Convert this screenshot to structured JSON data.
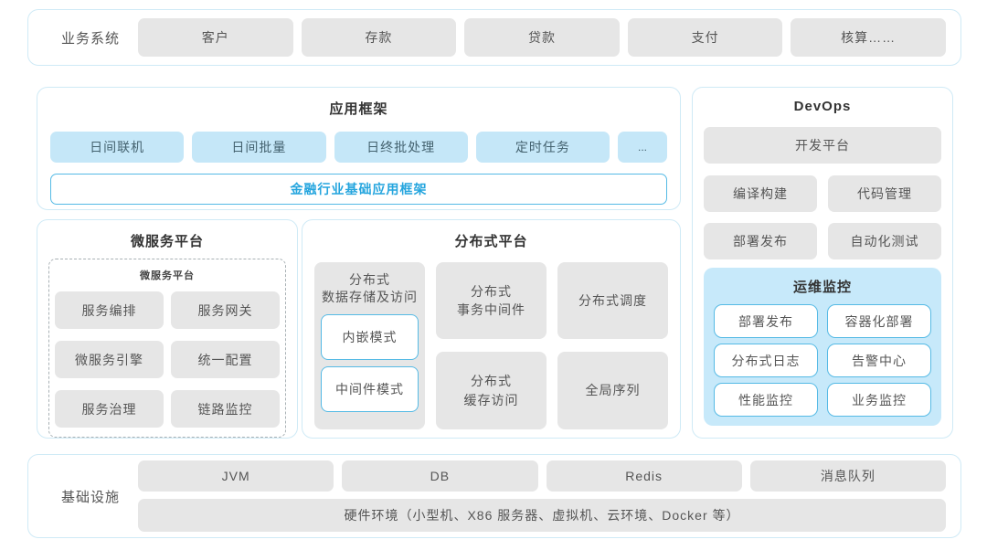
{
  "colors": {
    "panel_border": "#cfeaf6",
    "gray_box": "#e6e6e6",
    "blue_box": "#c5e7f8",
    "pill_border": "#55bae5",
    "blue_text": "#25a5de",
    "monitor_bg": "#c7e9fa"
  },
  "business_band": {
    "label": "业务系统",
    "items": [
      "客户",
      "存款",
      "贷款",
      "支付",
      "核算……"
    ]
  },
  "app_framework": {
    "title": "应用框架",
    "modules": [
      "日间联机",
      "日间批量",
      "日终批处理",
      "定时任务",
      "..."
    ],
    "base_framework": "金融行业基础应用框架"
  },
  "devops": {
    "title": "DevOps",
    "dev_platform": "开发平台",
    "tools": [
      "编译构建",
      "代码管理",
      "部署发布",
      "自动化测试"
    ],
    "monitoring": {
      "title": "运维监控",
      "items": [
        "部署发布",
        "容器化部署",
        "分布式日志",
        "告警中心",
        "性能监控",
        "业务监控"
      ]
    }
  },
  "microservice": {
    "title": "微服务平台",
    "inner_title": "微服务平台",
    "items": [
      "服务编排",
      "服务网关",
      "微服务引擎",
      "统一配置",
      "服务治理",
      "链路监控"
    ]
  },
  "distributed": {
    "title": "分布式平台",
    "storage": {
      "title": "分布式\n数据存储及访问",
      "modes": [
        "内嵌模式",
        "中间件模式"
      ]
    },
    "cells": [
      "分布式\n事务中间件",
      "分布式调度",
      "分布式\n缓存访问",
      "全局序列"
    ]
  },
  "infrastructure": {
    "label": "基础设施",
    "items": [
      "JVM",
      "DB",
      "Redis",
      "消息队列"
    ],
    "hardware": "硬件环境（小型机、X86 服务器、虚拟机、云环境、Docker 等）"
  }
}
